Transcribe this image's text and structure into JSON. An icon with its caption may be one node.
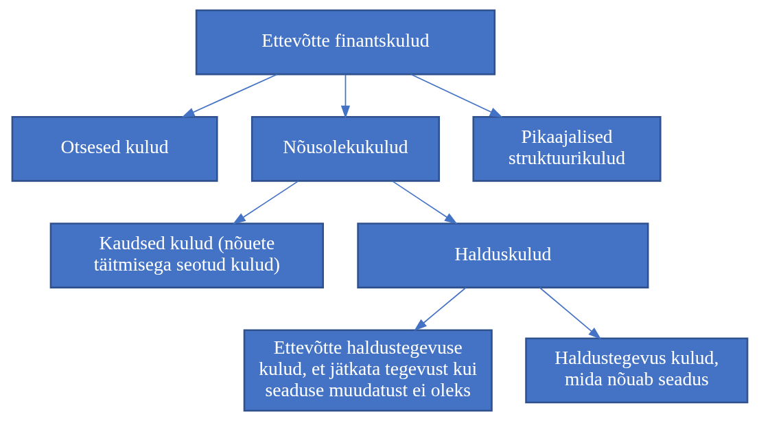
{
  "diagram": {
    "nodes": [
      {
        "text": [
          "Ettevõtte finantskulud"
        ]
      },
      {
        "text": [
          "Otsesed kulud"
        ]
      },
      {
        "text": [
          "Nõusolekukulud"
        ]
      },
      {
        "text": [
          "Pikaajalised struktuurikulud"
        ]
      },
      {
        "text": [
          "Kaudsed kulud (nõuete täitmisega seotud kulud)"
        ]
      },
      {
        "text": [
          "Halduskulud"
        ]
      },
      {
        "text": [
          "Ettevõtte haldustegevuse kulud, et jätkata tegevust kui seaduse muudatust ei oleks"
        ]
      },
      {
        "text": [
          "Haldustegevus kulud, mida nõuab seadus"
        ]
      }
    ],
    "edges": [
      {
        "from": 0,
        "to": 1,
        "arrow": "to"
      },
      {
        "from": 0,
        "to": 2,
        "arrow": "to"
      },
      {
        "from": 0,
        "to": 3,
        "arrow": "to"
      },
      {
        "from": 2,
        "to": 4,
        "arrow": "to"
      },
      {
        "from": 2,
        "to": 5,
        "arrow": "to"
      },
      {
        "from": 5,
        "to": 6,
        "arrow": "to"
      },
      {
        "from": 5,
        "to": 7,
        "arrow": "to"
      }
    ]
  }
}
